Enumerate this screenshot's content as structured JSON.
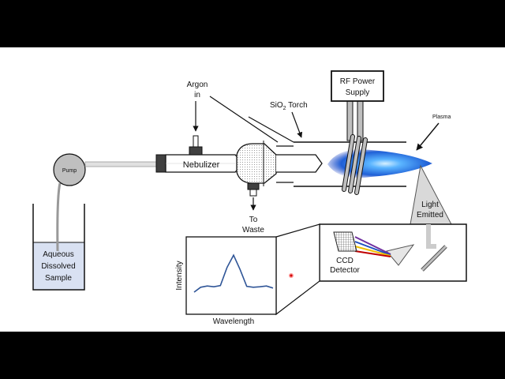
{
  "labels": {
    "pump": "Pump",
    "sample_line1": "Aqueous",
    "sample_line2": "Dissolved",
    "sample_line3": "Sample",
    "nebulizer": "Nebulizer",
    "argon_line1": "Argon",
    "argon_line2": "in",
    "waste_line1": "To",
    "waste_line2": "Waste",
    "torch_prefix": "SiO",
    "torch_sub": "2",
    "torch_suffix": " Torch",
    "rf_line1": "RF Power",
    "rf_line2": "Supply",
    "plasma": "Plasma",
    "light_line1": "Light",
    "light_line2": "Emitted",
    "ccd_line1": "CCD",
    "ccd_line2": "Detector",
    "intensity": "Intensity",
    "wavelength": "Wavelength"
  },
  "colors": {
    "letterbox": "#000000",
    "canvas": "#ffffff",
    "sample_fill": "#d9e1f2",
    "spectrum_line": "#2f5597",
    "plasma_core": "#4aa8ff",
    "plasma_edge": "#1f3fbf",
    "pump_fill": "#bfbfbf",
    "grey_part": "#bfbfbf",
    "dark_part": "#404040"
  },
  "spectrum": {
    "points": [
      0,
      0.12,
      0.15,
      0.13,
      0.16,
      0.6,
      0.9,
      0.55,
      0.14,
      0.12,
      0.13,
      0.15,
      0.1
    ]
  }
}
